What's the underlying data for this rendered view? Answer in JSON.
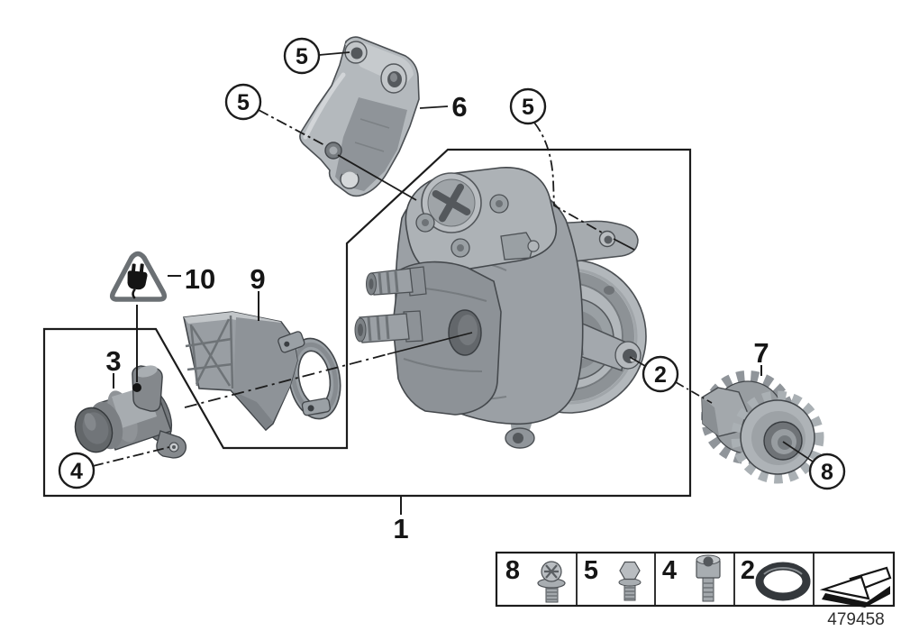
{
  "diagram": {
    "part_number": "479458",
    "background_color": "#ffffff",
    "line_color": "#1c1c1c",
    "metal_color": "#9ba0a5",
    "callouts": {
      "c1": "1",
      "c2": "2",
      "c3": "3",
      "c4": "4",
      "c5_bracket_top": "5",
      "c5_bracket_side": "5",
      "c5_pump": "5",
      "c6": "6",
      "c7": "7",
      "c8": "8",
      "c9": "9",
      "c10": "10"
    },
    "legend": {
      "cells": [
        {
          "number": "8",
          "icon": "flange-bolt-icon"
        },
        {
          "number": "5",
          "icon": "hex-bolt-icon"
        },
        {
          "number": "4",
          "icon": "socket-head-screw-icon"
        },
        {
          "number": "2",
          "icon": "o-ring-icon"
        },
        {
          "number": "",
          "icon": "direction-arrow-icon"
        }
      ]
    }
  }
}
